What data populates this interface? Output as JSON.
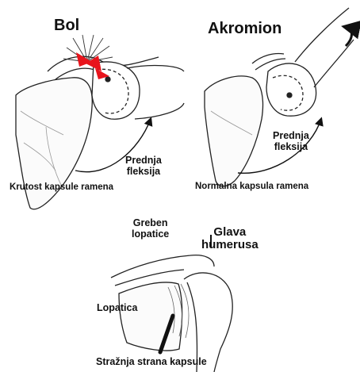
{
  "labels": {
    "bol": "Bol",
    "akromion": "Akromion",
    "prednja_fleksija_left": "Prednja\nfleksija",
    "krutost": "Krutost kapsule ramena",
    "prednja_fleksija_right": "Prednja\nfleksija",
    "normalna": "Normalna kapsula ramena",
    "greben": "Greben\nlopatice",
    "glava": "Glava\nhumerusa",
    "lopatica": "Lopatica",
    "strazna": "Stražnja strana kapsule"
  },
  "colors": {
    "pain_arrow": "#e8141c",
    "ink": "#111111"
  }
}
